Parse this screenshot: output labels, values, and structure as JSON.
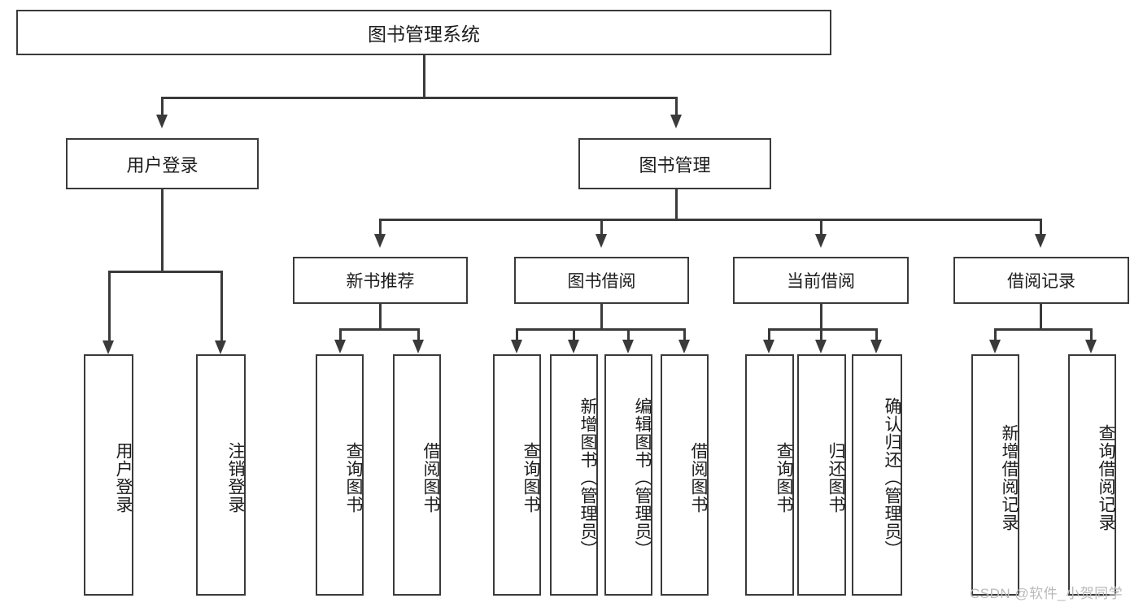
{
  "diagram": {
    "title": "图书管理系统",
    "type": "hierarchy-tree",
    "colors": {
      "stroke": "#3a3a3a",
      "fill": "#ffffff",
      "text": "#1c1c1c",
      "watermark": "#b9b9b9"
    },
    "root": {
      "label": "图书管理系统"
    },
    "level1": [
      {
        "label": "用户登录"
      },
      {
        "label": "图书管理"
      }
    ],
    "level2": [
      {
        "label": "新书推荐"
      },
      {
        "label": "图书借阅"
      },
      {
        "label": "当前借阅"
      },
      {
        "label": "借阅记录"
      }
    ],
    "leaves": {
      "user_login": [
        {
          "label": "用户登录"
        },
        {
          "label": "注销登录"
        }
      ],
      "new_book_recommend": [
        {
          "label": "查询图书"
        },
        {
          "label": "借阅图书"
        }
      ],
      "book_borrow": [
        {
          "label": "查询图书"
        },
        {
          "label": "新增图书（管理员）"
        },
        {
          "label": "编辑图书（管理员）"
        },
        {
          "label": "借阅图书"
        }
      ],
      "current_borrow": [
        {
          "label": "查询图书"
        },
        {
          "label": "归还图书"
        },
        {
          "label": "确认归还（管理员）"
        }
      ],
      "borrow_record": [
        {
          "label": "新增借阅记录"
        },
        {
          "label": "查询借阅记录"
        }
      ]
    }
  },
  "watermark": {
    "text": "CSDN @软件_小贺同学"
  }
}
